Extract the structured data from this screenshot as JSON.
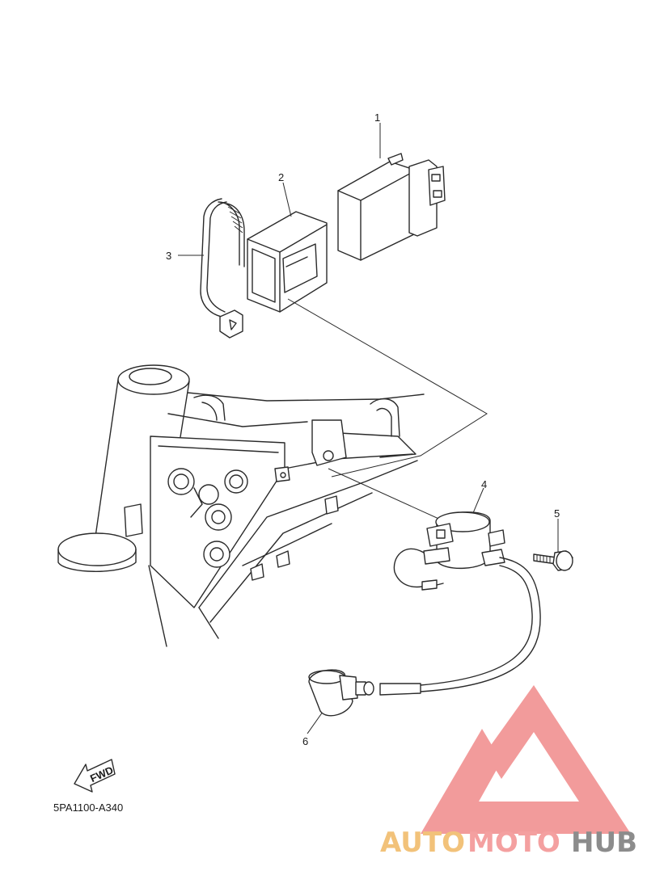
{
  "diagram": {
    "callouts": [
      "1",
      "2",
      "3",
      "4",
      "5",
      "6"
    ],
    "part_code": "5PA1100-A340",
    "fwd_label": "FWD"
  },
  "watermark": {
    "part1": "AUTO",
    "part2": "MOTO",
    "part3": "HUB",
    "color_auto": "#f2c27a",
    "color_moto": "#f4a0a0",
    "color_hub": "#8c8c8c",
    "color_logo": "#f08a8a"
  }
}
